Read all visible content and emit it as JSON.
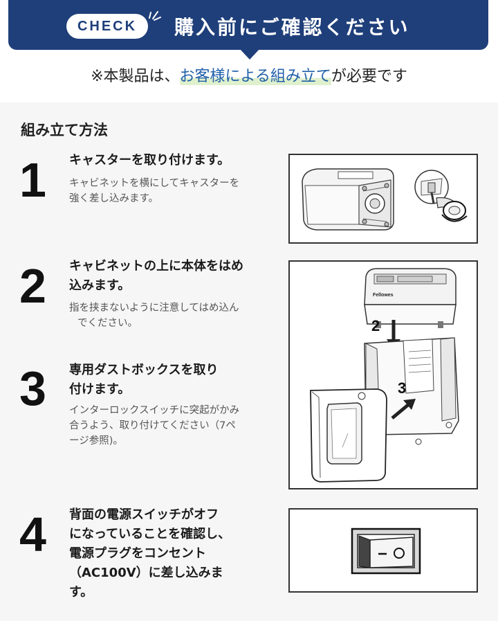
{
  "header": {
    "badge": "CHECK",
    "title": "購入前にご確認ください",
    "notice_prefix": "※本製品は、",
    "notice_highlight": "お客様による組み立て",
    "notice_suffix": "が必要です"
  },
  "section_title": "組み立て方法",
  "steps": [
    {
      "number": "1",
      "title": "キャスターを取り付けます。",
      "desc_lines": [
        "キャビネットを横にしてキャスターを",
        "強く差し込みます。"
      ]
    },
    {
      "number": "2",
      "title_lines": [
        "キャビネットの上に本体をはめ",
        "込みます。"
      ],
      "desc_lines": [
        "指を挟まないように注意してはめ込ん",
        "でください。"
      ]
    },
    {
      "number": "3",
      "title_lines": [
        "専用ダストボックスを取り",
        "付けます。"
      ],
      "desc_lines": [
        "インターロックスイッチに突起がかみ",
        "合うよう、取り付けてください（7ペ",
        "ージ参照)。"
      ]
    },
    {
      "number": "4",
      "title_lines": [
        "背面の電源スイッチがオフ",
        "になっていることを確認し、",
        "電源プラグをコンセント",
        "（AC100V）に差し込みま",
        "す。"
      ]
    }
  ],
  "figure": {
    "brand_label": "Fellowes",
    "callout_2": "2",
    "callout_3": "3"
  },
  "colors": {
    "banner": "#1f3f7a",
    "highlight_text": "#1f5fa9",
    "highlight_marker": "#dff0cd"
  }
}
